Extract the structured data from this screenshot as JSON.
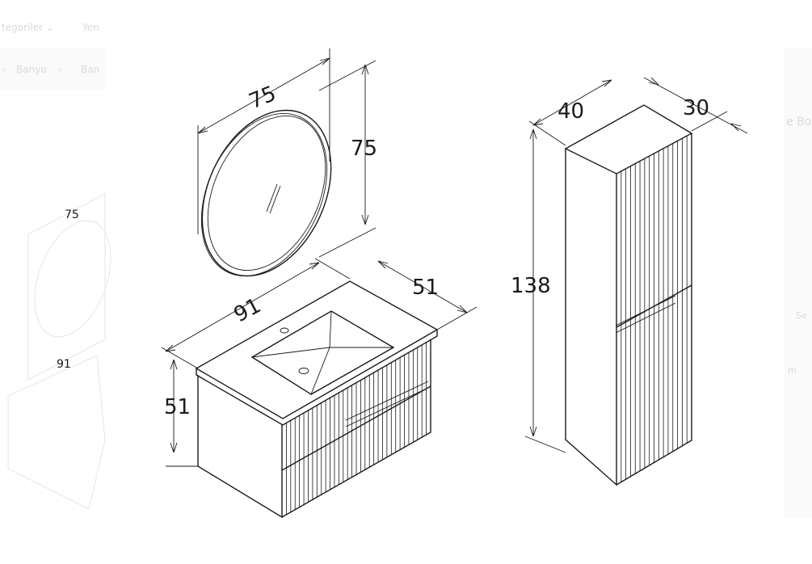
{
  "background_ui": {
    "nav_categories": "tegoriler",
    "nav_chevron": "⌄",
    "nav_next": "Yen",
    "breadcrumb_home": "‹",
    "breadcrumb_item": "Banyo",
    "breadcrumb_chevron": "‹",
    "breadcrumb_next": "Ban",
    "side_text": "e Bo",
    "side_small_1": "Se",
    "side_small_2": "m"
  },
  "dimensions": {
    "mirror_width": "75",
    "mirror_height": "75",
    "vanity_width": "91",
    "vanity_depth": "51",
    "vanity_height": "51",
    "tall_width": "40",
    "tall_depth": "30",
    "tall_height": "138"
  },
  "ghost_labels": {
    "mirror": "75",
    "vanity": "91"
  }
}
